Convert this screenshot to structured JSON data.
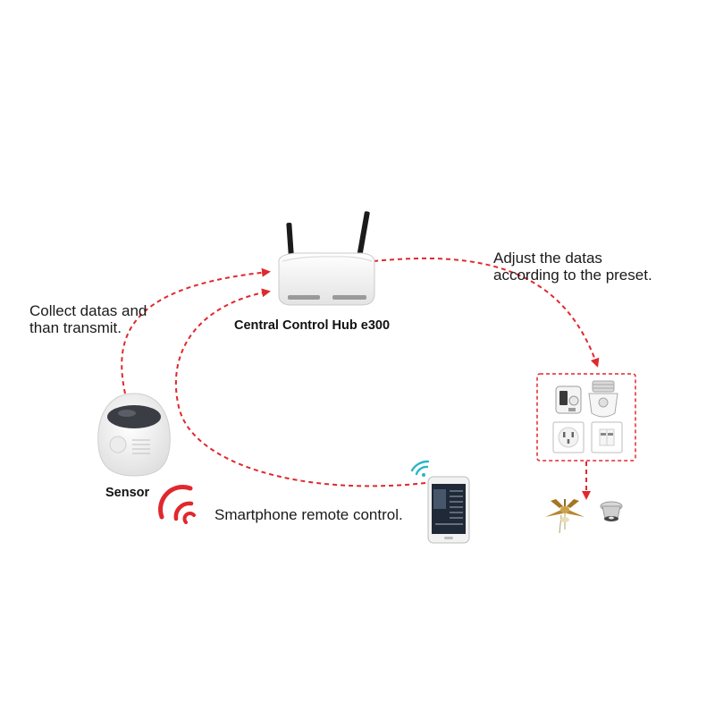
{
  "diagram": {
    "hub": {
      "label": "Central Control Hub e300"
    },
    "sensor": {
      "label": "Sensor"
    },
    "annotations": {
      "collect": [
        "Collect datas and",
        "than transmit."
      ],
      "adjust": [
        "Adjust the datas",
        "according to the preset."
      ],
      "smartphone": "Smartphone remote control."
    },
    "devices": {
      "group": [
        "smart-plug",
        "smart-bulb-socket",
        "wall-outlet",
        "wall-switch"
      ],
      "outputs": [
        "ceiling-fan",
        "downlight"
      ]
    },
    "colors": {
      "arrow": "#e0282d",
      "signal": "#e0282d",
      "wifi": "#2bb5c8",
      "device_white": "#f4f4f4"
    }
  }
}
